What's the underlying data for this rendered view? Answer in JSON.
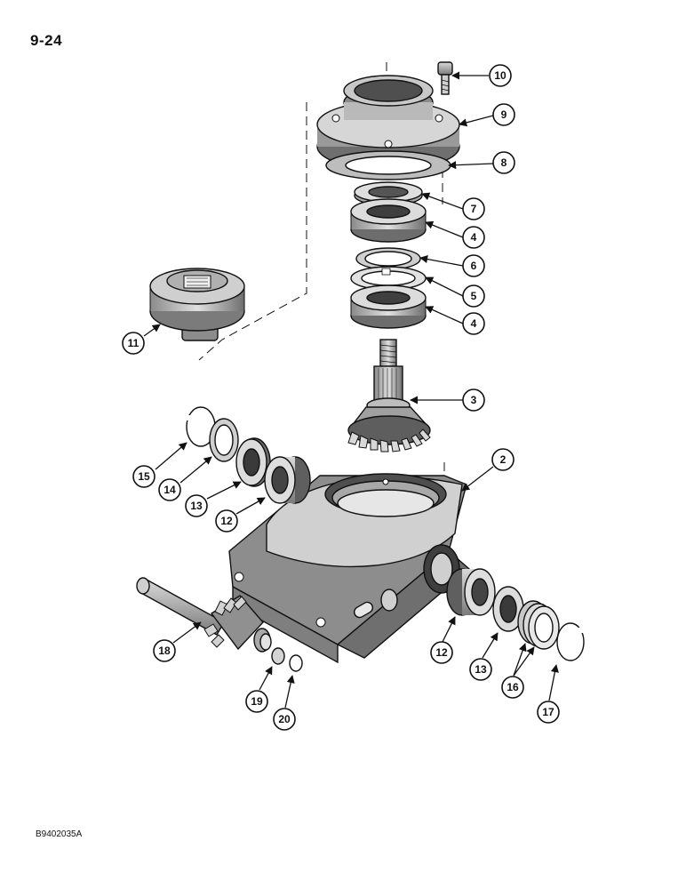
{
  "page_number": "9-24",
  "figure_id": "B9402035A",
  "callouts": [
    "10",
    "9",
    "8",
    "7",
    "4",
    "6",
    "5",
    "4",
    "11",
    "3",
    "2",
    "15",
    "14",
    "13",
    "12",
    "18",
    "12",
    "13",
    "16",
    "17",
    "19",
    "20"
  ]
}
